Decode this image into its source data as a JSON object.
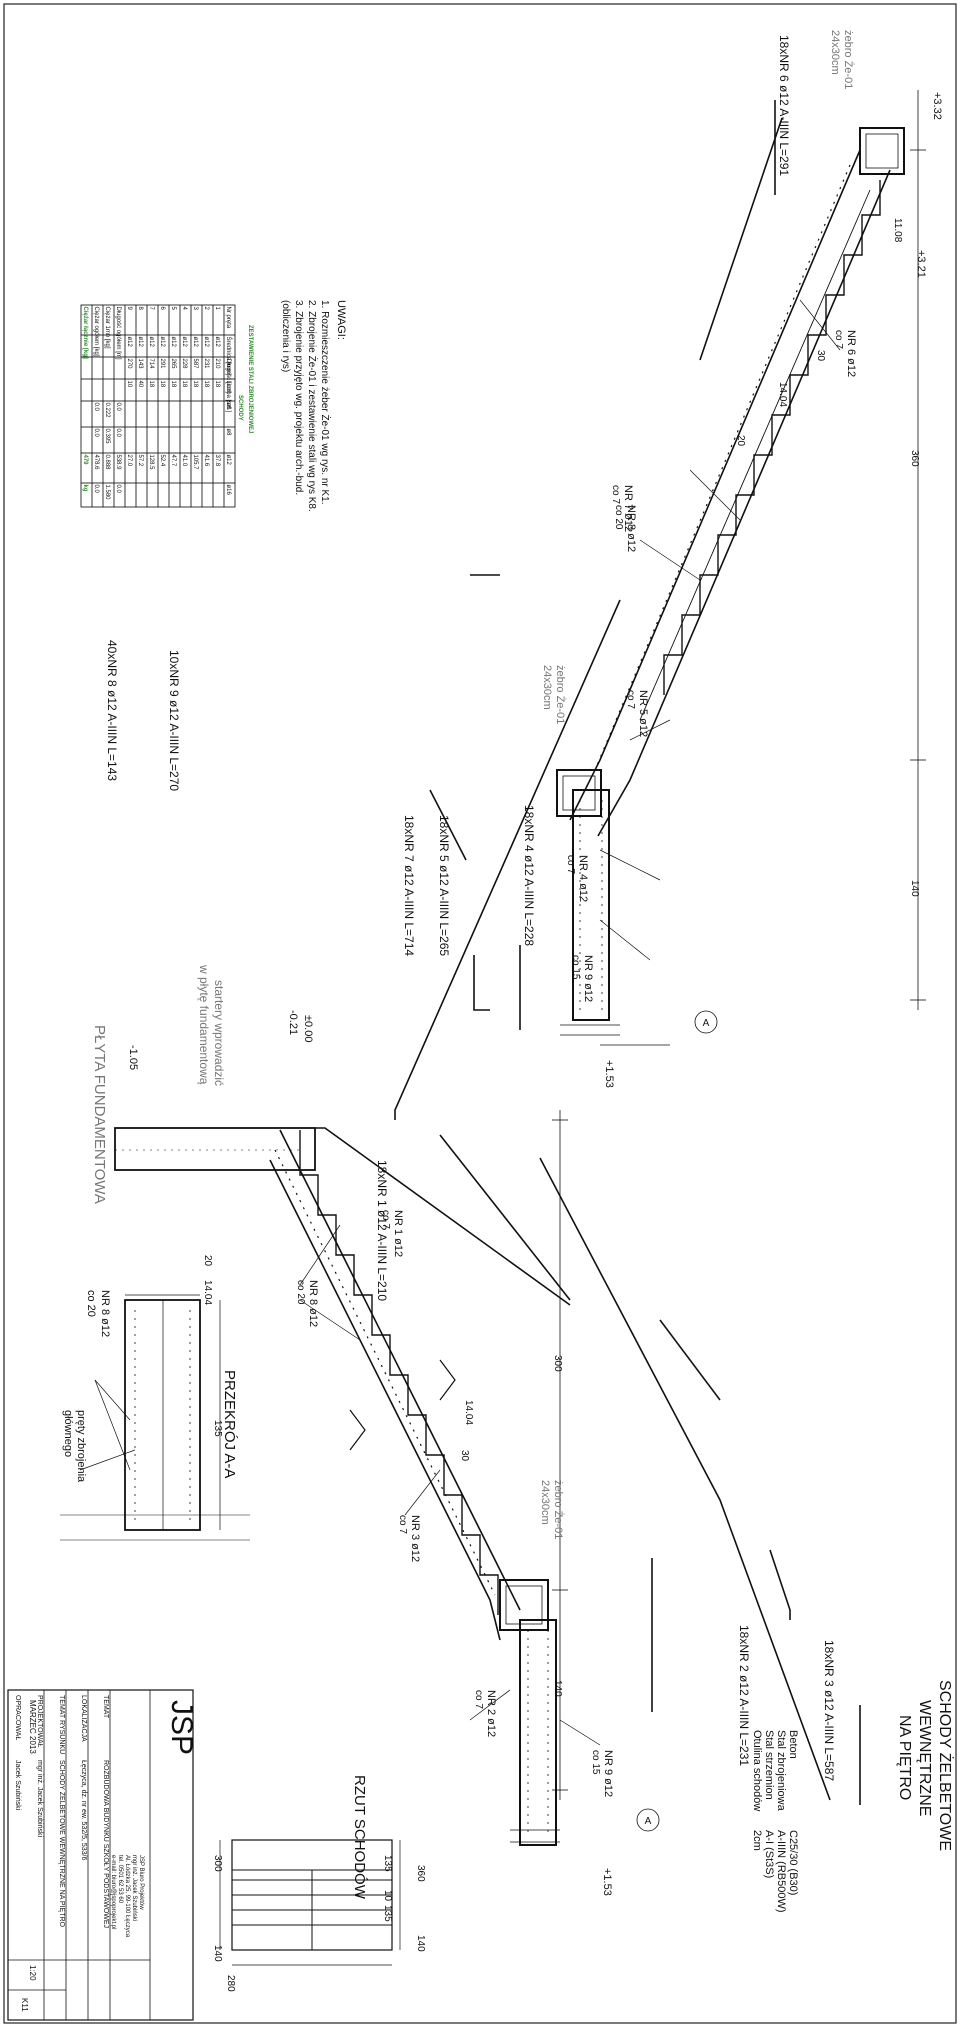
{
  "drawing": {
    "title_lines": [
      "SCHODY ŻELBETOWE",
      "WEWNĘTRZNE",
      "NA PIĘTRO"
    ],
    "section_title": "PRZEKRÓJ A-A",
    "plan_title": "RZUT SCHODÓW",
    "foundation_label": "PŁYTA FUNDAMENTOWA",
    "starter_note": [
      "startery wprowadzić",
      "w płytę fundamentową"
    ],
    "rib_label_1": [
      "żebro Że-01",
      "24x30cm"
    ],
    "rib_label_2": [
      "żebro Że-01",
      "24x30cm"
    ],
    "rib_label_3": [
      "żebro Że-01",
      "24x30cm"
    ],
    "section_note": [
      "pręty zbrojenia",
      "głównego"
    ],
    "section_bar": "NR 8 ø12",
    "section_bar_spacing": "co 20"
  },
  "levels": [
    "+3.32",
    "+3.21",
    "±0.00",
    "-0.21",
    "-1.05",
    "+1.53",
    "+1.53"
  ],
  "axis_label": "A",
  "dimensions": {
    "d360": "360",
    "d140": "140",
    "d300": "300",
    "d140b": "140",
    "d1108": "11.08",
    "d1404": "14.04",
    "d1404b": "14.04",
    "d1404c": "14.04",
    "d20": "20",
    "d20b": "20",
    "d30": "30",
    "d30b": "30",
    "d135": "135"
  },
  "bar_schedule": [
    "18xNR 6 ø12 A-IIIN L=291",
    "10xNR 9 ø12 A-IIIN L=270",
    "40xNR 8 ø12 A-IIIN L=143",
    "18xNR 4 ø12 A-IIIN L=228",
    "18xNR 5 ø12 A-IIIN L=265",
    "18xNR 7 ø12 A-IIIN L=714",
    "18xNR 1 ø12 A-IIIN L=210",
    "18xNR 2 ø12 A-IIIN L=231",
    "18xNR 3 ø12 A-IIIN L=587"
  ],
  "bar_callouts": [
    {
      "nr": "6",
      "text": "NR 6 ø12",
      "spacing": "co 7"
    },
    {
      "nr": "8",
      "text": "NR 8 ø12",
      "spacing": "co 20"
    },
    {
      "nr": "7",
      "text": "NR 7 ø12",
      "spacing": "co 7"
    },
    {
      "nr": "5",
      "text": "NR 5 ø12",
      "spacing": "co 7"
    },
    {
      "nr": "4",
      "text": "NR 4 ø12",
      "spacing": "co 7"
    },
    {
      "nr": "9",
      "text": "NR 9 ø12",
      "spacing": "co 15"
    },
    {
      "nr": "1",
      "text": "NR 1 ø12",
      "spacing": "co 7"
    },
    {
      "nr": "8",
      "text": "NR 8 ø12",
      "spacing": "co 20"
    },
    {
      "nr": "3",
      "text": "NR 3 ø12",
      "spacing": "co 7"
    },
    {
      "nr": "2",
      "text": "NR 2 ø12",
      "spacing": "co 7"
    },
    {
      "nr": "9",
      "text": "NR 9 ø12",
      "spacing": "co 15"
    }
  ],
  "notes": {
    "title": "UWAGI:",
    "lines": [
      "1. Rozmieszczenie żeber Że-01 wg rys. nr K1.",
      "2. Zbrojenie Że-01 i zestawienie stali wg rys K8.",
      "3. Zbrojenie przyjęto wg. projektu arch.-bud.",
      "(obliczenia i rys)"
    ]
  },
  "steel_table": {
    "title": "ZESTAWIENIE STALI ZBROJENIOWEJ",
    "subtitle": "SCHODY",
    "headers": [
      "Nr pręta",
      "Średnica [mm]",
      "Długość [cm]",
      "Liczba [szt.]",
      "ø6",
      "ø8",
      "ø12",
      "ø16"
    ],
    "rows": [
      [
        "1",
        "ø12",
        "210",
        "18",
        "",
        "",
        "37.8",
        ""
      ],
      [
        "2",
        "ø12",
        "231",
        "18",
        "",
        "",
        "41.6",
        ""
      ],
      [
        "3",
        "ø12",
        "587",
        "18",
        "",
        "",
        "105.7",
        ""
      ],
      [
        "4",
        "ø12",
        "228",
        "18",
        "",
        "",
        "41.0",
        ""
      ],
      [
        "5",
        "ø12",
        "265",
        "18",
        "",
        "",
        "47.7",
        ""
      ],
      [
        "6",
        "ø12",
        "291",
        "18",
        "",
        "",
        "52.4",
        ""
      ],
      [
        "7",
        "ø12",
        "714",
        "18",
        "",
        "",
        "128.5",
        ""
      ],
      [
        "8",
        "ø12",
        "143",
        "40",
        "",
        "",
        "57.2",
        ""
      ],
      [
        "9",
        "ø12",
        "270",
        "10",
        "",
        "",
        "27.0",
        ""
      ]
    ],
    "totals": [
      [
        "Długość ogółem [m]",
        "",
        "",
        "",
        "0.0",
        "0.0",
        "538.9",
        "0.0"
      ],
      [
        "Ciężar 1mb [kg]",
        "",
        "",
        "",
        "0.222",
        "0.395",
        "0.888",
        "1.580"
      ],
      [
        "Ciężar ogółem [kg]",
        "",
        "",
        "",
        "0.0",
        "0.0",
        "478.6",
        "0.0"
      ],
      [
        "Ciężar łącznie [kg]",
        "",
        "",
        "",
        "",
        "",
        "479",
        "kg"
      ]
    ]
  },
  "materials": [
    [
      "Beton",
      "C25/30 (B30)"
    ],
    [
      "Stal zbrojeniowa",
      "A-IIIN (RB500W)"
    ],
    [
      "Stal strzemion",
      "A-I (St3S)"
    ],
    [
      "Otulina schodów",
      "2cm"
    ]
  ],
  "plan_dims": [
    "360",
    "140",
    "135",
    "10",
    "135",
    "300",
    "140",
    "280"
  ],
  "title_block": {
    "logo": "JSP",
    "company": [
      "JSP Biuro Projektów",
      "mgr inż. Jacek Szubiński",
      "Al. Łódzka 25, 99-100 Łęczyca",
      "tel. 0501 62 53 60",
      "e-mail: biuro@jspoprojekt.pl"
    ],
    "fields": [
      [
        "TEMAT",
        "ROZBUDOWA BUDYNKU SZKOŁY PODSTAWOWEJ"
      ],
      [
        "LOKALIZACJA",
        "Łęczyca, dz. nr ew. 532/5, 533/6"
      ],
      [
        "TEMAT RYSUNKU",
        "SCHODY ŻELBETOWE WEWNĘTRZNE NA PIĘTRO"
      ],
      [
        "PROJEKTOWAŁ",
        "mgr inż. Jacek Szubiński"
      ],
      [
        "OPRACOWAŁ",
        "Jacek Szubiński"
      ]
    ],
    "date": "MARZEC 2013",
    "scale": "1:20",
    "sheet": "K11"
  }
}
